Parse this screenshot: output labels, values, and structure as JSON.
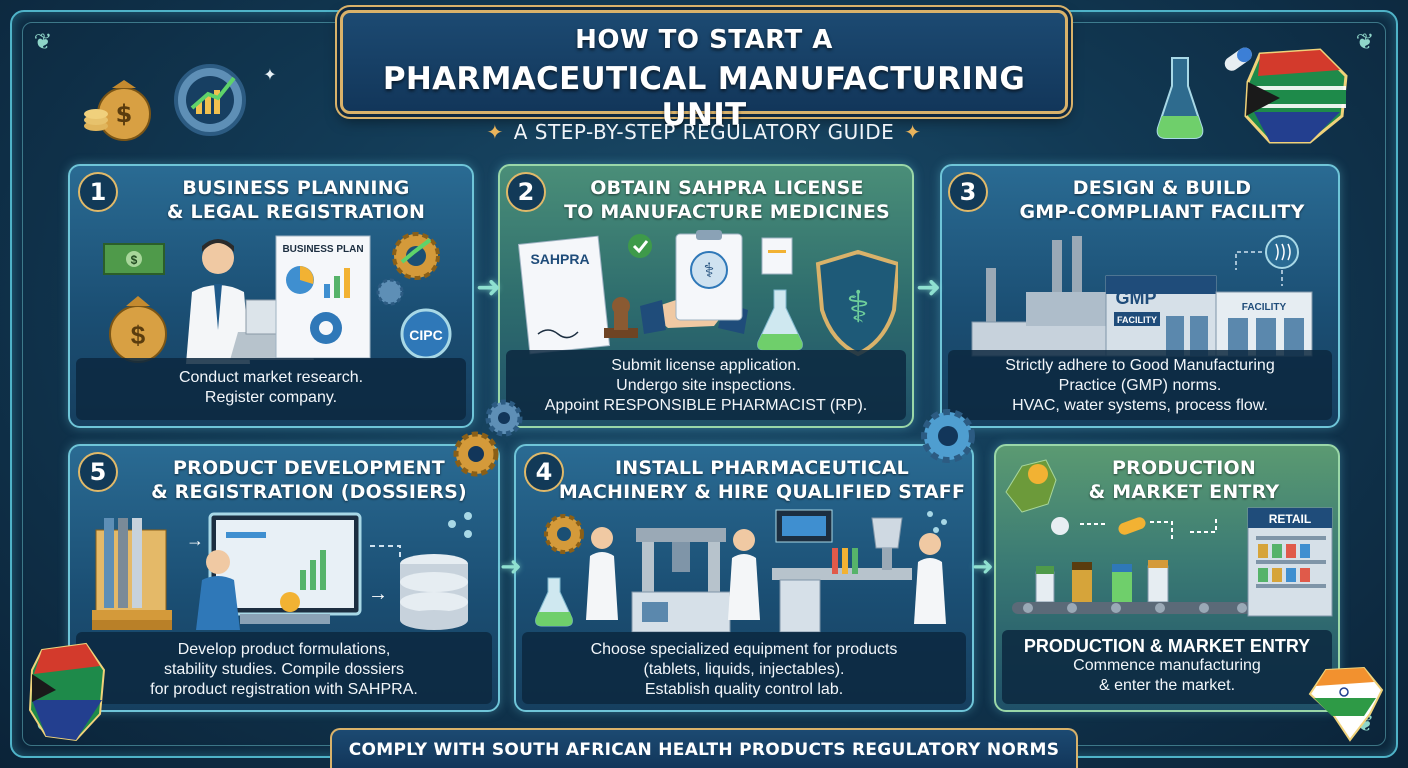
{
  "title": {
    "line1": "HOW TO START A",
    "line2": "PHARMACEUTICAL MANUFACTURING UNIT"
  },
  "subtitle": "A STEP-BY-STEP REGULATORY GUIDE",
  "steps": [
    {
      "number": "1",
      "heading": [
        "BUSINESS PLANNING",
        "& LEGAL REGISTRATION"
      ],
      "lines": [
        "Conduct market research.",
        "Register company."
      ],
      "labels": {
        "plan": "BUSINESS PLAN",
        "cipc": "CIPC"
      }
    },
    {
      "number": "2",
      "heading": [
        "OBTAIN SAHPRA LICENSE",
        "TO MANUFACTURE MEDICINES"
      ],
      "lines": [
        "Submit license application.",
        "Undergo site inspections.",
        "Appoint RESPONSIBLE PHARMACIST (RP)."
      ],
      "labels": {
        "doc": "SAHPRA"
      }
    },
    {
      "number": "3",
      "heading": [
        "DESIGN & BUILD",
        "GMP-COMPLIANT FACILITY"
      ],
      "lines": [
        "Strictly adhere to Good Manufacturing",
        "Practice (GMP) norms.",
        "HVAC, water systems, process flow."
      ],
      "labels": {
        "gmp": "GMP",
        "facility": "FACILITY",
        "facility2": "FACILITY"
      }
    },
    {
      "number": "4",
      "heading": [
        "INSTALL PHARMACEUTICAL",
        "MACHINERY & HIRE QUALIFIED STAFF"
      ],
      "lines": [
        "Choose specialized equipment for products",
        "(tablets, liquids, injectables).",
        "Establish quality control lab."
      ]
    },
    {
      "number": "5",
      "heading": [
        "PRODUCT DEVELOPMENT",
        "& REGISTRATION (DOSSIERS)"
      ],
      "lines": [
        "Develop product formulations,",
        "stability studies. Compile dossiers",
        "for product registration with SAHPRA."
      ]
    },
    {
      "number": "",
      "heading": [
        "PRODUCTION",
        "& MARKET ENTRY"
      ],
      "bold_line": "PRODUCTION & MARKET ENTRY",
      "lines": [
        "Commence manufacturing",
        "& enter the market."
      ],
      "labels": {
        "retail": "RETAIL"
      }
    }
  ],
  "footer": "COMPLY WITH SOUTH AFRICAN HEALTH PRODUCTS REGULATORY NORMS",
  "colors": {
    "background": "#123a55",
    "border": "#6fc5d8",
    "gold": "#d9b26a",
    "accent_green": "#8fe0d0"
  }
}
